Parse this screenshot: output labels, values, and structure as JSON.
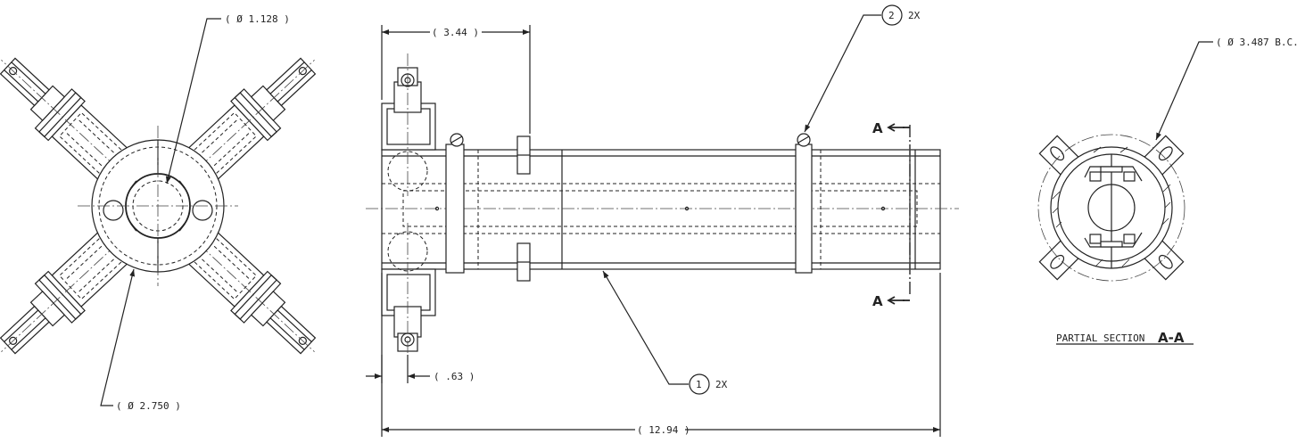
{
  "dimensions": {
    "inner_diameter": "( Ø 1.128 )",
    "outer_diameter": "( Ø 2.750 )",
    "overall_length": "( 12.94 )",
    "flange_offset": "( 3.44 )",
    "end_offset": "( .63 )",
    "bolt_circle": "( Ø 3.487 B.C.)"
  },
  "balloons": [
    {
      "number": "1",
      "qty": "2X"
    },
    {
      "number": "2",
      "qty": "2X"
    }
  ],
  "section_marks": {
    "top": "A",
    "bottom": "A"
  },
  "section_label": {
    "prefix": "PARTIAL SECTION",
    "letter": "A-A"
  }
}
